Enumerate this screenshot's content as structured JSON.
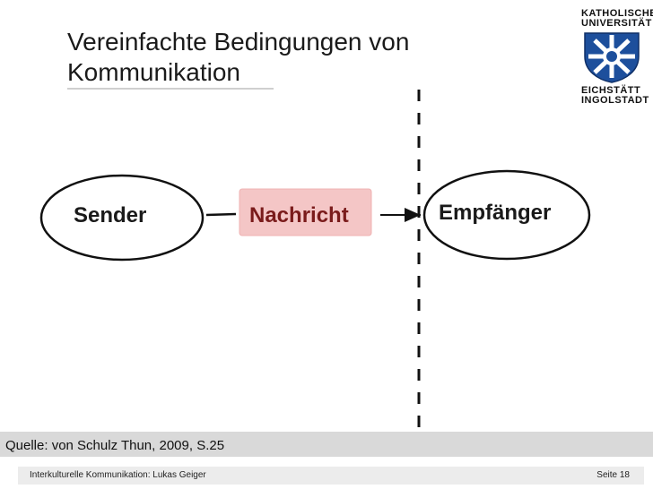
{
  "title": {
    "line1": "Vereinfachte Bedingungen von",
    "line2": "Kommunikation"
  },
  "logo": {
    "line1": "KATHOLISCHE",
    "line2": "UNIVERSITÄT",
    "line3": "EICHSTÄTT",
    "line4": "INGOLSTADT"
  },
  "diagram": {
    "sender": "Sender",
    "message": "Nachricht",
    "receiver": "Empfänger"
  },
  "source": "Quelle: von Schulz Thun, 2009, S.25",
  "footer": {
    "left": "Interkulturelle Kommunikation: Lukas Geiger",
    "right": "Seite 18"
  },
  "colors": {
    "message_highlight": "#f4c6c6",
    "message_text": "#7a1b1b",
    "logo_blue": "#1d4f9c"
  }
}
